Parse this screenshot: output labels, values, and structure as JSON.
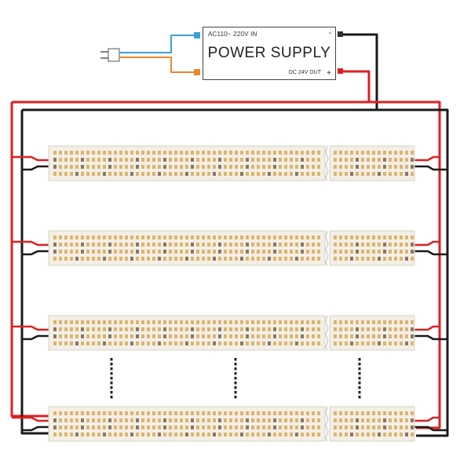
{
  "power_supply": {
    "input_label": "AC110~ 220V IN",
    "title": "POWER SUPPLY",
    "output_label": "DC 24V OUT",
    "minus_sign": "-",
    "plus_sign": "+"
  },
  "strip_rows": 4,
  "wire_colors": {
    "positive": "#e02020",
    "negative": "#1a1a1a",
    "ac_blue": "#3aa0d8",
    "ac_orange": "#e8892a"
  },
  "led_colors": {
    "strip": "#f3efe6",
    "led": "#d9a85a",
    "dark_led": "#6b5a45"
  }
}
